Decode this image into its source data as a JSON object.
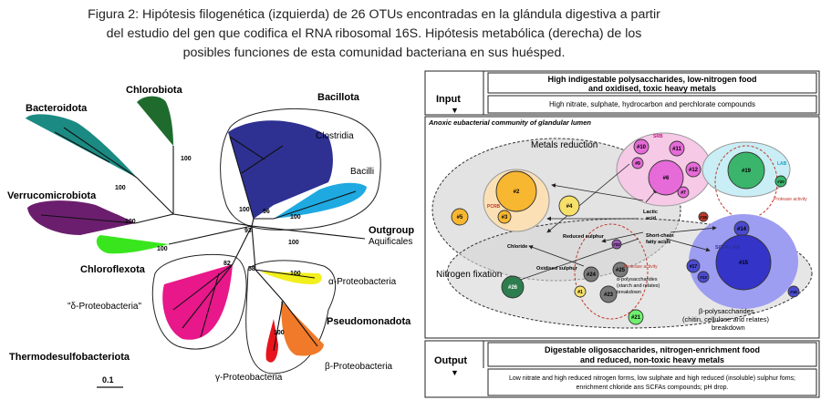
{
  "caption": {
    "line1": "Figura 2: Hipótesis filogenética (izquierda) de 26 OTUs encontradas en la glándula digestiva a partir",
    "line2": "del estudio del gen que codifica el RNA ribosomal 16S. Hipótesis metabólica (derecha) de los",
    "line3": "posibles funciones de esta comunidad bacteriana en sus huésped."
  },
  "tree": {
    "labels": {
      "chlorobiota": "Chlorobiota",
      "bacteroidota": "Bacteroidota",
      "bacillota": "Bacillota",
      "clostridia": "Clostridia",
      "bacilli": "Bacilli",
      "verrucomicrobiota": "Verrucomicrobiota",
      "outgroup": "Outgroup",
      "aquificales": "Aquificales",
      "chloroflexota": "Chloroflexota",
      "delta": "\"δ-Proteobacteria\"",
      "alpha": "α-Proteobacteria",
      "pseudomonadota": "Pseudomonadota",
      "thermodesulfobacteriota": "Thermodesulfobacteriota",
      "beta": "β-Proteobacteria",
      "gamma": "γ-Proteobacteria",
      "scale": "0.1"
    },
    "bootstrap": {
      "b1": "100",
      "b2": "100",
      "b3": "100",
      "b4": "100",
      "b5": "100",
      "b6": "100",
      "b7": "100",
      "b8": "96",
      "b9": "93",
      "b10": "82",
      "b11": "58",
      "b12": "100",
      "b13": "100"
    },
    "colors": {
      "chlorobiota": "#1f6b2e",
      "bacteroidota": "#1b8a82",
      "bacillota": "#2e3192",
      "bacilli": "#1fa9e1",
      "verrucomicrobiota": "#6b1e6e",
      "chloroflexota": "#39e61e",
      "delta": "#e8178a",
      "alpha": "#f2ef1c",
      "beta": "#f07a2a",
      "gamma": "#e8141c"
    }
  },
  "metabolic": {
    "input": {
      "label": "Input",
      "title1": "High indigestable polysaccharides, low-nitrogen food",
      "title2": "and oxidised, toxic heavy metals",
      "subtitle": "High nitrate, sulphate, hydrocarbon and perchlorate compounds"
    },
    "community_title": "Anoxic eubacterial community of glandular lumen",
    "labels": {
      "metals": "Metals reduction",
      "srb": "SRB",
      "lab": "LAB",
      "pcrb": "PCRB",
      "lactic1": "Lactic",
      "lactic2": "acid",
      "chloride": "Chloride",
      "reduced_sulphur": "Reduced sulphur",
      "short1": "Short-chain",
      "short2": "fatty acids",
      "protease1": "Protease activity",
      "protease2": "Protease activity",
      "scfa": "SCFAs-PB",
      "oxidised": "Oxidised sulphur",
      "nitrogen": "Nitrogen fixation",
      "alpha1": "α-polysaccharides",
      "alpha2": "(starch and relates)",
      "alpha3": "breakdown",
      "beta1": "β-polysaccharides",
      "beta2": "(chitin, cellulose and relates)",
      "beta3": "breakdown"
    },
    "otus": {
      "o1": "#1",
      "o2": "#2",
      "o3": "#3",
      "o4": "#4",
      "o5": "#5",
      "o6": "#6",
      "o7": "#7",
      "o8": "#8",
      "o9": "#9",
      "o10": "#10",
      "o11": "#11",
      "o12": "#12",
      "o13": "#13",
      "o14": "#14",
      "o15": "#15",
      "o16": "#16",
      "o17": "#17",
      "o18": "#18",
      "o19": "#19",
      "o20": "#20",
      "o21": "#21",
      "o22": "#22",
      "o23": "#23",
      "o24": "#24",
      "o25": "#25",
      "o26": "#26"
    },
    "output": {
      "label": "Output",
      "title1": "Digestable oligosaccharides, nitrogen-enrichment food",
      "title2": "and reduced, non-toxic heavy metals",
      "subtitle1": "Low nitrate and high reduced nitrogen forms, low sulphate and high reduced (insoluble) sulphur foms;",
      "subtitle2": "enrichment chloride ans SCFAs compounds; pH drop."
    }
  }
}
